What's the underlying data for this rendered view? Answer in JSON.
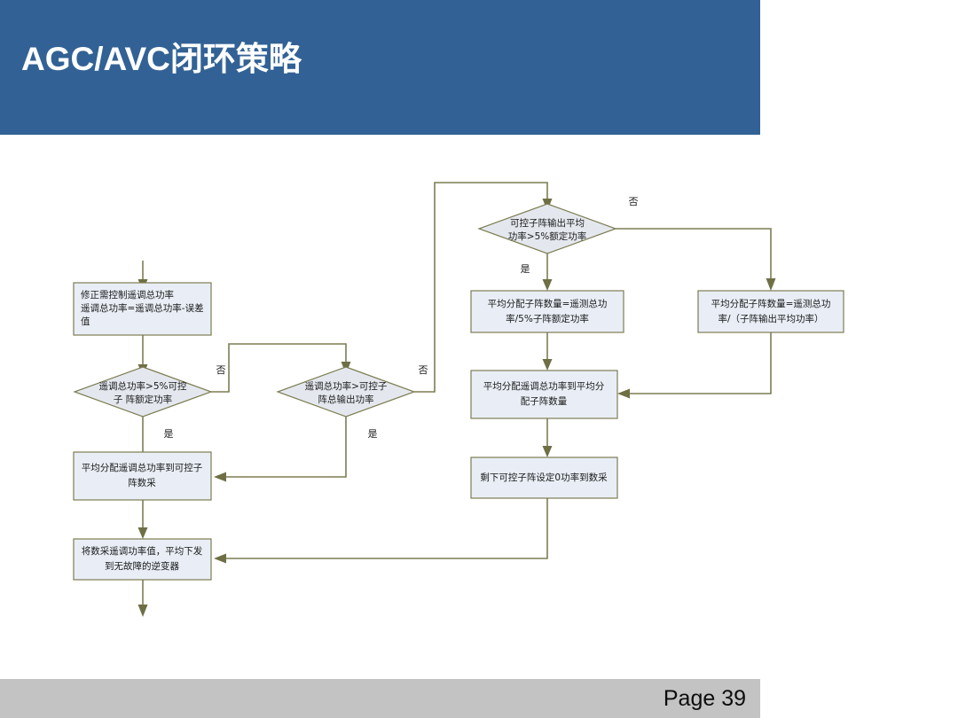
{
  "slide": {
    "title": "AGC/AVC闭环策略",
    "title_bar_color": "#326295",
    "footer_bar_color": "#c3c3c3",
    "page_label": "Page  39"
  },
  "flowchart": {
    "node_fill": "#e9eef6",
    "node_border": "#7d7d53",
    "connector_color": "#7d7d53",
    "nodes": [
      {
        "id": "correct-power",
        "shape": "process",
        "lines": [
          "修正需控制遥调总功率",
          "遥调总功率=遥调总功率-误差",
          "值"
        ]
      },
      {
        "id": "decision-5pct-rated",
        "shape": "decision",
        "lines": [
          "遥调总功率>5%可控",
          "子 阵额定功率"
        ]
      },
      {
        "id": "decision-total-output",
        "shape": "decision",
        "lines": [
          "遥调总功率>可控子",
          "阵总输出功率"
        ]
      },
      {
        "id": "decision-avg-output",
        "shape": "decision",
        "lines": [
          "可控子阵输出平均",
          "功率>5%额定功率"
        ]
      },
      {
        "id": "count-by-5pct",
        "shape": "process",
        "lines": [
          "平均分配子阵数量=遥测总功",
          "率/5%子阵额定功率"
        ]
      },
      {
        "id": "count-by-avg",
        "shape": "process",
        "lines": [
          "平均分配子阵数量=遥测总功",
          "率/（子阵输出平均功率）"
        ]
      },
      {
        "id": "distribute-to-count",
        "shape": "process",
        "lines": [
          "平均分配遥调总功率到平均分",
          "配子阵数量"
        ]
      },
      {
        "id": "remaining-zero",
        "shape": "process",
        "lines": [
          "剩下可控子阵设定0功率到数采"
        ]
      },
      {
        "id": "distribute-to-all",
        "shape": "process",
        "lines": [
          "平均分配遥调总功率到可控子",
          "阵数采"
        ]
      },
      {
        "id": "send-to-inverter",
        "shape": "process",
        "lines": [
          "将数采遥调功率值，平均下发",
          "到无故障的逆变器"
        ]
      }
    ],
    "edge_labels": {
      "no_1": "否",
      "yes_1": "是",
      "no_2": "否",
      "yes_2": "是",
      "no_3": "否",
      "yes_3": "是"
    }
  }
}
